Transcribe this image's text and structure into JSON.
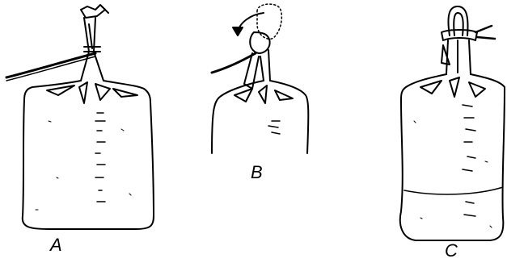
{
  "figure": {
    "labels": {
      "a": "A",
      "b": "B",
      "c": "C"
    },
    "colors": {
      "ink": "#000000",
      "paper": "#ffffff"
    }
  }
}
